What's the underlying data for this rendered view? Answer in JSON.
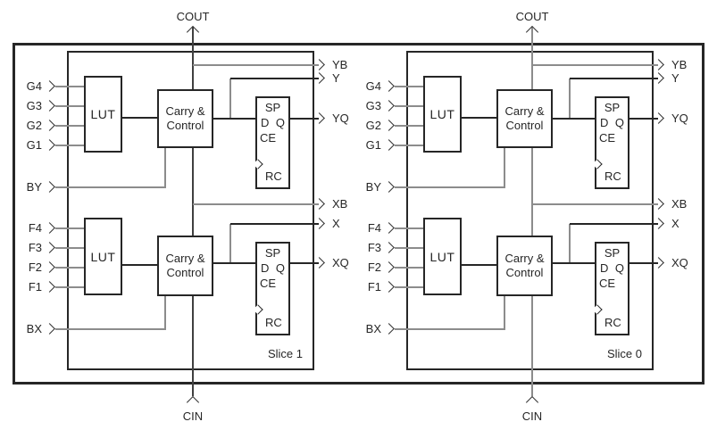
{
  "palette": {
    "background": "#ffffff",
    "ink": "#262626",
    "wire_gray": "#8c8c8c",
    "arrow": "#333333",
    "carry_line_slice1": "#404040",
    "carry_line_slice0": "#8c8c8c"
  },
  "slices": [
    {
      "name": "Slice 1",
      "cout": "COUT",
      "cin": "CIN",
      "g_inputs": [
        "G4",
        "G3",
        "G2",
        "G1"
      ],
      "f_inputs": [
        "F4",
        "F3",
        "F2",
        "F1"
      ],
      "by": "BY",
      "bx": "BX",
      "lut_top": "LUT",
      "lut_bottom": "LUT",
      "carry_top": {
        "line1": "Carry &",
        "line2": "Control"
      },
      "carry_bottom": {
        "line1": "Carry &",
        "line2": "Control"
      },
      "ff_top": {
        "sp": "SP",
        "d": "D",
        "q": "Q",
        "ce": "CE",
        "rc": "RC"
      },
      "ff_bottom": {
        "sp": "SP",
        "d": "D",
        "q": "Q",
        "ce": "CE",
        "rc": "RC"
      },
      "outputs_top": [
        "YB",
        "Y",
        "YQ"
      ],
      "outputs_bottom": [
        "XB",
        "X",
        "XQ"
      ]
    },
    {
      "name": "Slice 0",
      "cout": "COUT",
      "cin": "CIN",
      "g_inputs": [
        "G4",
        "G3",
        "G2",
        "G1"
      ],
      "f_inputs": [
        "F4",
        "F3",
        "F2",
        "F1"
      ],
      "by": "BY",
      "bx": "BX",
      "lut_top": "LUT",
      "lut_bottom": "LUT",
      "carry_top": {
        "line1": "Carry &",
        "line2": "Control"
      },
      "carry_bottom": {
        "line1": "Carry &",
        "line2": "Control"
      },
      "ff_top": {
        "sp": "SP",
        "d": "D",
        "q": "Q",
        "ce": "CE",
        "rc": "RC"
      },
      "ff_bottom": {
        "sp": "SP",
        "d": "D",
        "q": "Q",
        "ce": "CE",
        "rc": "RC"
      },
      "outputs_top": [
        "YB",
        "Y",
        "YQ"
      ],
      "outputs_bottom": [
        "XB",
        "X",
        "XQ"
      ]
    }
  ]
}
